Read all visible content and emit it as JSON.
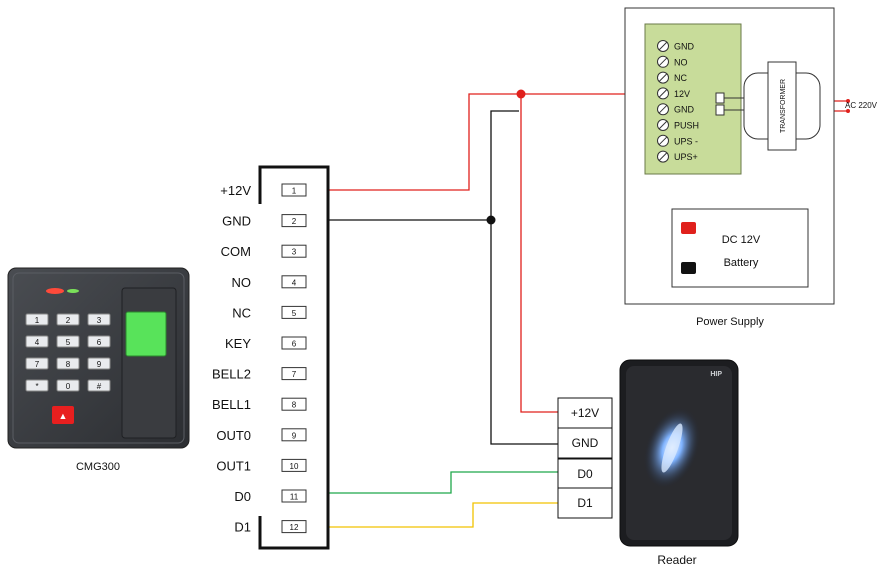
{
  "controller": {
    "caption": "CMG300",
    "keys": [
      "1",
      "2",
      "3",
      "4",
      "5",
      "6",
      "7",
      "8",
      "9",
      "*",
      "0",
      "#"
    ],
    "bell_glyph": "bell-icon"
  },
  "terminal_block": {
    "pins": [
      {
        "label": "+12V",
        "number": "1"
      },
      {
        "label": "GND",
        "number": "2"
      },
      {
        "label": "COM",
        "number": "3"
      },
      {
        "label": "NO",
        "number": "4"
      },
      {
        "label": "NC",
        "number": "5"
      },
      {
        "label": "KEY",
        "number": "6"
      },
      {
        "label": "BELL2",
        "number": "7"
      },
      {
        "label": "BELL1",
        "number": "8"
      },
      {
        "label": "OUT0",
        "number": "9"
      },
      {
        "label": "OUT1",
        "number": "10"
      },
      {
        "label": "D0",
        "number": "11"
      },
      {
        "label": "D1",
        "number": "12"
      }
    ]
  },
  "power_supply": {
    "caption": "Power Supply",
    "terminals": [
      "GND",
      "NO",
      "NC",
      "12V",
      "GND",
      "PUSH",
      "UPS -",
      "UPS+"
    ],
    "transformer_label": "TRANSFORMER",
    "ac_label": "AC 220V",
    "battery": {
      "line1": "DC 12V",
      "line2": "Battery"
    }
  },
  "reader": {
    "caption": "Reader",
    "brand": "HIP",
    "pins": [
      "+12V",
      "GND",
      "D0",
      "D1"
    ]
  },
  "colors": {
    "power_wire": "#e0201c",
    "ground_wire": "#111111",
    "d0_wire": "#1fa84a",
    "d1_wire": "#f2c200",
    "board": "#c8dc9a"
  }
}
